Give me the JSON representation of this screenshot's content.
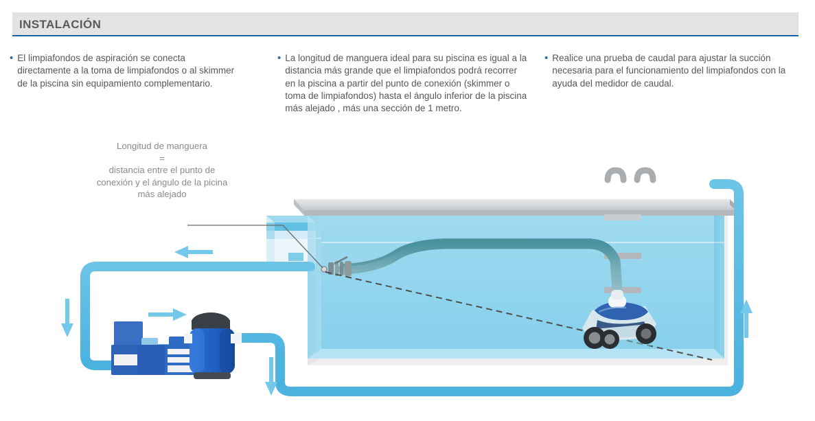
{
  "header": {
    "title": "INSTALACIÓN",
    "bar_color": "#e3e3e3",
    "underline_color": "#1565a8",
    "title_color": "#5a5a5a"
  },
  "bullets": [
    {
      "marker": "•",
      "text": "El limpiafondos de aspiración se conecta directamente a la toma de limpiafondos o al skimmer de la piscina sin equipamiento complementario."
    },
    {
      "marker": "•",
      "text": "La longitud de manguera ideal para su piscina es igual a la distancia más grande que el limpiafondos podrá recorrer en la piscina a partir del punto de conexión (skimmer o toma de limpiafondos) hasta el ángulo inferior de la piscina más alejado , más una sección de 1 metro."
    },
    {
      "marker": "•",
      "text": "Realice una prueba de caudal para ajustar la succión necesaria para el funcionamiento del limpiafondos con la ayuda del medidor de caudal."
    }
  ],
  "caption": {
    "line1": "Longitud de manguera",
    "line2": "=",
    "line3": "distancia entre el punto de",
    "line4": "conexión y el ángulo de la picina",
    "line5": "más alejado"
  },
  "diagram": {
    "title": "pool-suction-cleaner-installation",
    "colors": {
      "pipe": "#5bbce4",
      "pipe_dark": "#3aa6d8",
      "arrow": "#6ec6e8",
      "water_light": "#a9ddef",
      "water_mid": "#7fcde9",
      "water_deep": "#63c2e6",
      "coping": "#d4d6d7",
      "coping_edge": "#b9bcbe",
      "pool_shell": "#ececec",
      "ladder": "#a9adaf",
      "hose": "#8fb6bd",
      "hose_dark": "#4d8f9b",
      "pump_body": "#1f63c0",
      "pump_dark": "#2a4f8f",
      "filter_body": "#2469cf",
      "filter_cap": "#3a3f45",
      "robot_body": "#d8e7ee",
      "robot_blue": "#2f63b2",
      "robot_dark": "#1d3f73",
      "wheel": "#2a2d31",
      "wheel_hub": "#8a8d90",
      "leader_line": "#6a6a6a",
      "dashed": "#555555"
    },
    "labels": {
      "skimmer": "skimmer",
      "pump": "bomba",
      "filter": "filtro",
      "robot": "limpiafondos",
      "ladder": "escalera",
      "hose": "manguera",
      "dashed_line": "distancia-maxima"
    }
  }
}
